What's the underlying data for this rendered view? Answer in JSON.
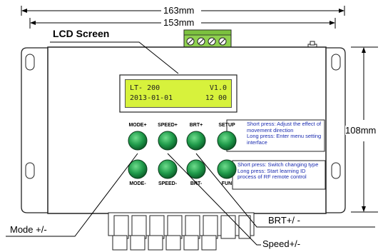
{
  "dimensions": {
    "overall_width": "163mm",
    "body_width": "153mm",
    "height": "108mm"
  },
  "lcd": {
    "label": "LCD Screen",
    "line1_left": "LT- 200",
    "line1_right": "V1.0",
    "line2_left": "2013-01-01",
    "line2_right": "12 00"
  },
  "buttons": {
    "top": [
      "MODE+",
      "SPEED+",
      "BRT+",
      "SETUP"
    ],
    "bottom": [
      "MODE-",
      "SPEED-",
      "BRT-",
      "FUN"
    ],
    "color": "#1f9a4a"
  },
  "notes": {
    "setup": [
      "Short press: Adjust the effect of",
      "movement direction",
      "Long press: Enter menu setting",
      "interface"
    ],
    "fun": [
      "Short press: Switch changing type",
      "Long press: Start learning ID",
      "process of RF remote control"
    ]
  },
  "callouts": {
    "mode": "Mode +/-",
    "brt": "BRT+/ -",
    "speed": "Speed+/-"
  },
  "colors": {
    "lcd": "#d7f23c",
    "terminal": "#8fd14f",
    "note_text": "#1c2db0"
  }
}
